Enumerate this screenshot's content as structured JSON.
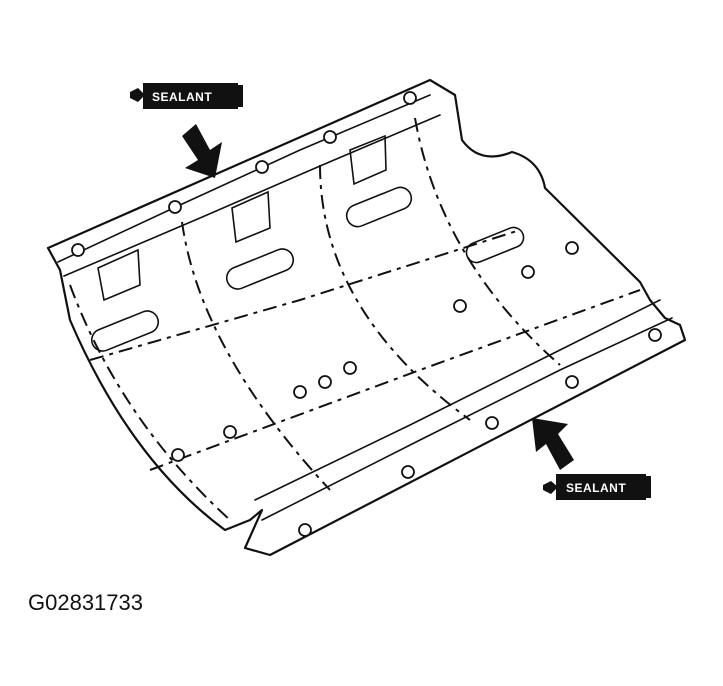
{
  "labels": {
    "sealant_top": "SEALANT",
    "sealant_bottom": "SEALANT"
  },
  "figure_id": "G02831733"
}
